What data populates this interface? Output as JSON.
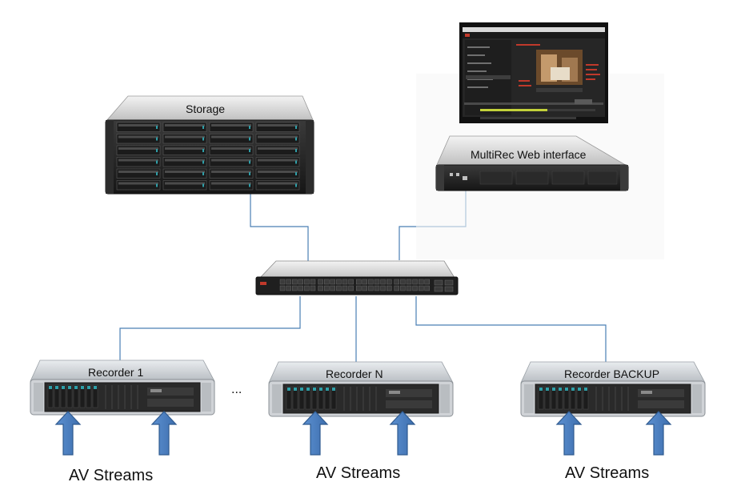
{
  "devices": {
    "storage": {
      "label": "Storage"
    },
    "web_server": {
      "label": "MultiRec Web interface"
    },
    "switch": {
      "brand": ""
    },
    "recorders": [
      {
        "label": "Recorder 1"
      },
      {
        "label": "Recorder N"
      },
      {
        "label": "Recorder BACKUP"
      }
    ],
    "ellipsis": "..."
  },
  "streams": [
    {
      "label": "AV Streams"
    },
    {
      "label": "AV Streams"
    },
    {
      "label": "AV Streams"
    }
  ],
  "colors": {
    "link": "#4a7fb5",
    "arrow_fill": "#4a7ec0",
    "arrow_stroke": "#2f5a8f",
    "chassis": "#c9ccd0",
    "drive_accent": "#2f9fa8",
    "monitor_bezel": "#111111",
    "screen_bg": "#2a2a2a"
  }
}
